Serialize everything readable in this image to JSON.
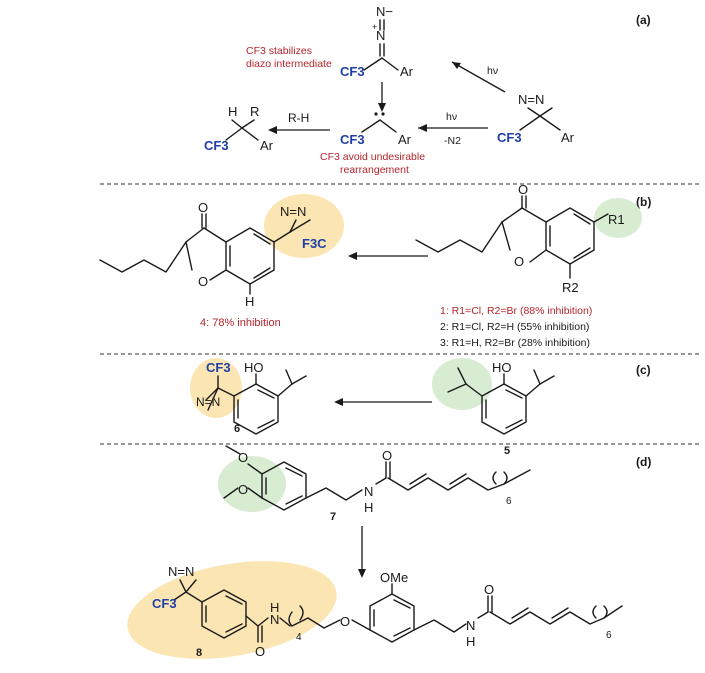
{
  "panels": {
    "a": "(a)",
    "b": "(b)",
    "c": "(c)",
    "d": "(d)"
  },
  "a": {
    "ar": "Ar",
    "cf3": "CF3",
    "nn": "N=N",
    "diazo_n": "N",
    "diazo_plus": "+",
    "diazo_minus": "N−",
    "hv": "hν",
    "minus_n2": "-N2",
    "rh": "R-H",
    "r": "R",
    "h": "H",
    "note_diazo_1": "CF3 stabilizes",
    "note_diazo_2": "diazo intermediate",
    "note_carbene_1": "CF3 avoid undesirable",
    "note_carbene_2": "rearrangement"
  },
  "b": {
    "o": "O",
    "ring_o": "O",
    "nn": "N=N",
    "f3c": "F3C",
    "h": "H",
    "r1": "R1",
    "r2": "R2",
    "product": "4: 78% inhibition",
    "list": [
      "1: R1=Cl, R2=Br (88% inhibition)",
      "2: R1=Cl, R2=H (55% inhibition)",
      "3: R1=H, R2=Br (28% inhibition)"
    ]
  },
  "c": {
    "ho": "HO",
    "cf3": "CF3",
    "nn": "N=N",
    "label5": "5",
    "label6": "6"
  },
  "d": {
    "o": "O",
    "nh": "N",
    "nh_h": "H",
    "six": "6",
    "label7": "7",
    "ome": "OMe",
    "four": "4",
    "label8": "8",
    "cf3": "CF3",
    "nn": "N=N",
    "amide_o": "O"
  },
  "colors": {
    "highlight_yellow": "#fbe6b3",
    "highlight_green": "#d8ecd2",
    "red_note": "#b3252d",
    "cf3_blue": "#1f3fa8"
  }
}
